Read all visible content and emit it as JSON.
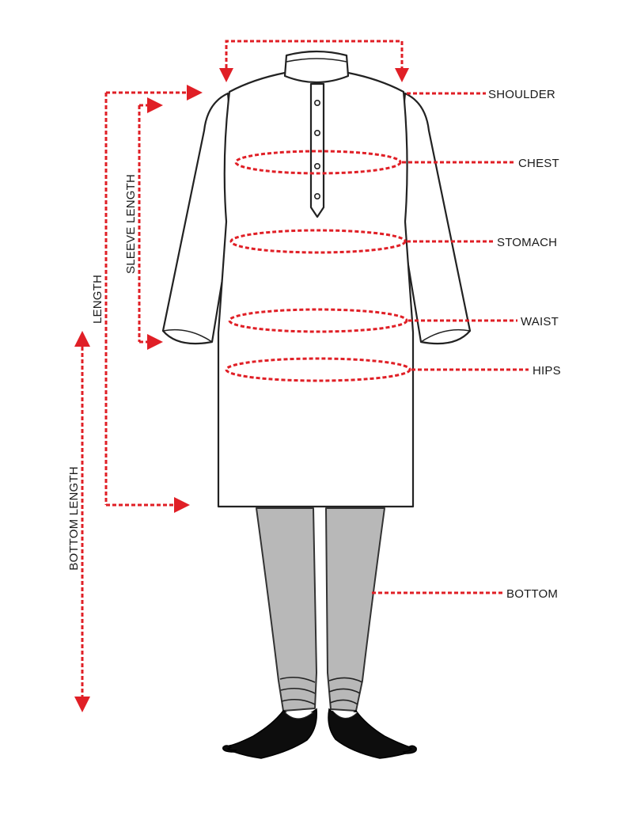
{
  "labels": {
    "shoulder": "SHOULDER",
    "chest": "CHEST",
    "stomach": "STOMACH",
    "waist": "WAIST",
    "hips": "HIPS",
    "bottom": "BOTTOM",
    "length": "LENGTH",
    "sleeve_length": "SLEEVE LENGTH",
    "bottom_length": "BOTTOM LENGTH"
  },
  "colors": {
    "guide": "#e01f26",
    "outline": "#222222",
    "pant": "#b8b8b8",
    "shoe": "#0d0d0d"
  }
}
